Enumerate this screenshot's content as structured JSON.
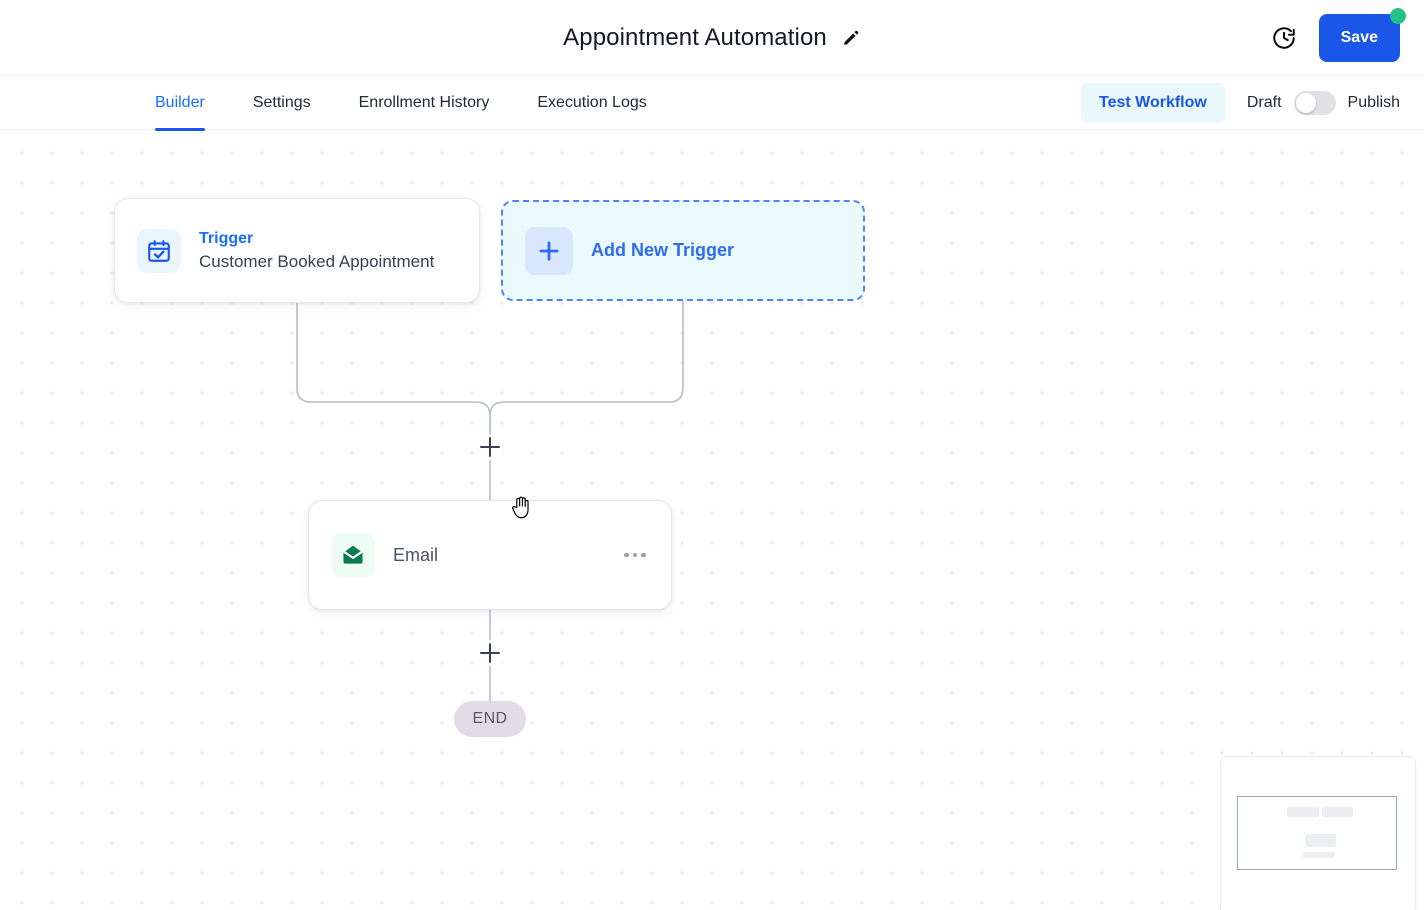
{
  "header": {
    "title": "Appointment Automation",
    "edit_icon": "pencil-icon",
    "history_icon": "clock-history-icon",
    "save_label": "Save",
    "save_badge": "unsaved-changes-dot"
  },
  "tabs": [
    {
      "label": "Builder",
      "active": true
    },
    {
      "label": "Settings",
      "active": false
    },
    {
      "label": "Enrollment History",
      "active": false
    },
    {
      "label": "Execution Logs",
      "active": false
    }
  ],
  "tabbar_right": {
    "test_workflow_label": "Test Workflow",
    "draft_label": "Draft",
    "publish_label": "Publish",
    "toggle_state": "off"
  },
  "canvas": {
    "cursor": "grab-hand-cursor",
    "trigger_node": {
      "icon": "calendar-check-icon",
      "kind": "Trigger",
      "subtitle": "Customer Booked Appointment"
    },
    "add_trigger_node": {
      "icon": "plus-icon",
      "label": "Add New Trigger"
    },
    "action_node": {
      "icon": "email-envelope-icon",
      "label": "Email",
      "menu_icon": "more-options-icon"
    },
    "end_label": "END",
    "plus_handles": [
      "add-step-after-trigger",
      "add-step-after-email"
    ]
  },
  "minimap": {
    "name": "canvas-minimap"
  },
  "colors": {
    "primary": "#1a56e8",
    "accent_link": "#1a6dff",
    "badge_green": "#25c287",
    "email_green": "#0a7a52",
    "end_pill": "#e2dce6",
    "dot_grid": "#e8eaee"
  }
}
